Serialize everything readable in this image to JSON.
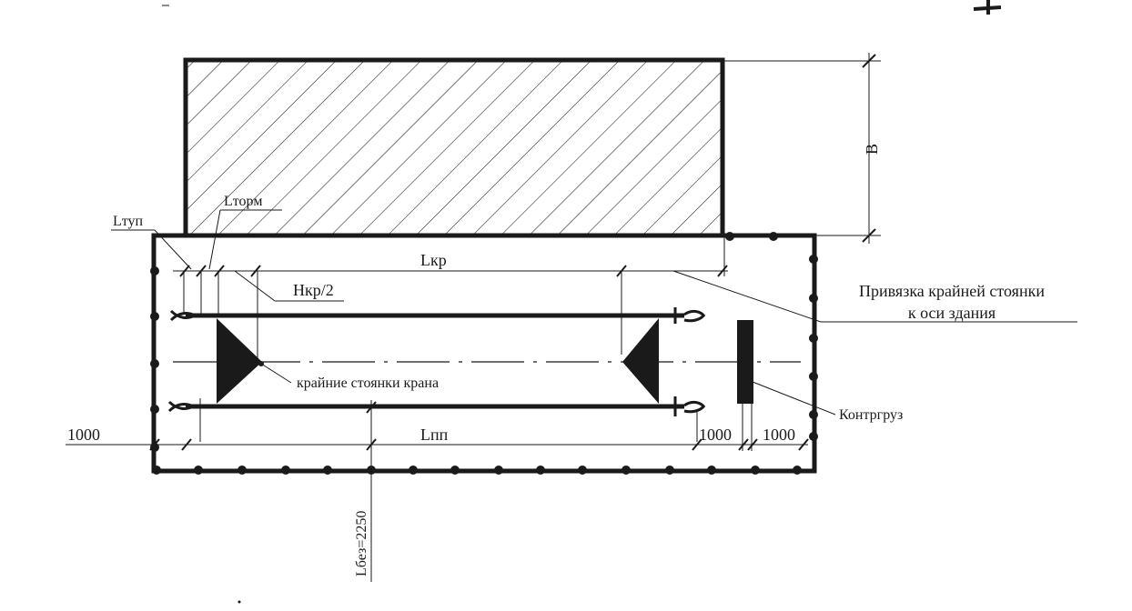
{
  "diagram": {
    "labels": {
      "b": "B",
      "l_tup": "Lтуп",
      "l_torm": "Lторм",
      "l_kr": "Lкр",
      "h_kr_half": "Hкр/2",
      "anchor_line1": "Привязка крайней стоянки",
      "anchor_line2": "к оси здания",
      "extreme_positions": "крайние стоянки крана",
      "counterweight": "Контргруз",
      "dim_1000_left": "1000",
      "l_pp": "Lпп",
      "dim_1000_mid": "1000",
      "dim_1000_right": "1000",
      "l_bez": "Lбез=2250"
    },
    "colors": {
      "ink": "#1a1a1a",
      "paper": "#ffffff"
    }
  }
}
